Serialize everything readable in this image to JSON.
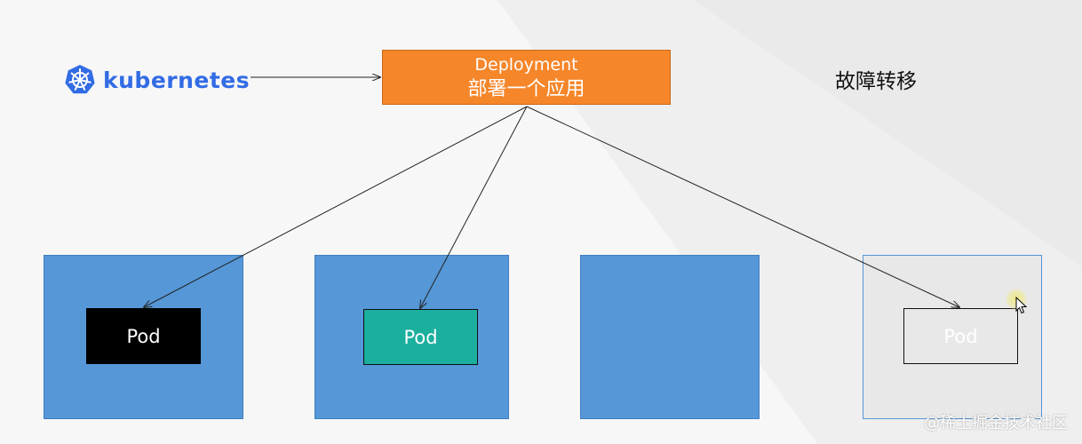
{
  "logo": {
    "text": "kubernetes",
    "icon": "kubernetes-helm-icon",
    "color": "#326ce5"
  },
  "deployment": {
    "title": "Deployment",
    "subtitle": "部署一个应用",
    "color": "#f5862a"
  },
  "failover_label": "故障转移",
  "nodes": [
    {
      "pod_label": "Pod",
      "pod_color": "#000000"
    },
    {
      "pod_label": "Pod",
      "pod_color": "#1baf9e"
    },
    {
      "pod_label": ""
    },
    {
      "pod_label": "Pod",
      "state": "failed",
      "pod_color": "#e8e8e8"
    }
  ],
  "watermark": "@稀土掘金技术社区",
  "colors": {
    "node": "#5597d7",
    "failed_node": "#e8e8e8",
    "background": "#f7f7f7"
  }
}
